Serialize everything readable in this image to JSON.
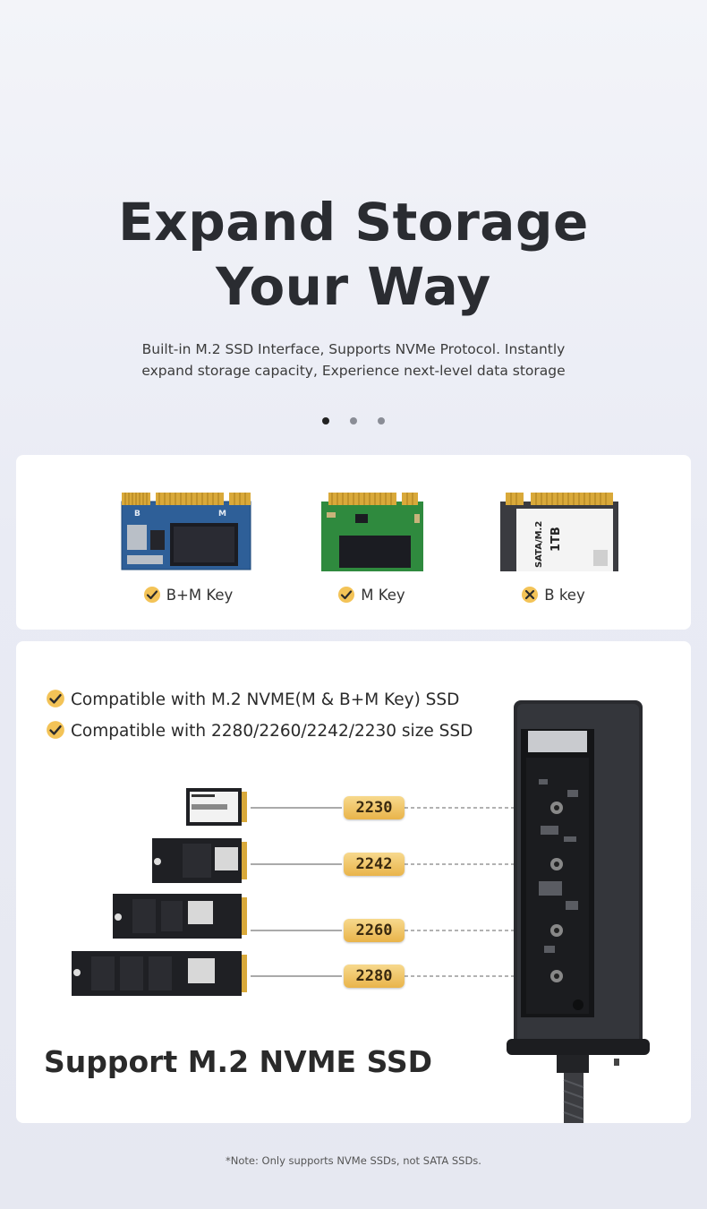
{
  "hero": {
    "title_line1": "Expand Storage",
    "title_line2": "Your Way",
    "subtitle_line1": "Built-in M.2 SSD Interface, Supports NVMe Protocol. Instantly",
    "subtitle_line2": "expand storage capacity, Experience next-level data storage",
    "carousel": {
      "count": 3,
      "active_index": 0
    }
  },
  "key_types": [
    {
      "label": "B+M Key",
      "status": "check-icon",
      "chip_labels": [
        "B",
        "M"
      ]
    },
    {
      "label": "M Key",
      "status": "check-icon"
    },
    {
      "label": "B key",
      "status": "cross-icon",
      "chip_labels": [
        "SATA/M.2",
        "1TB"
      ]
    }
  ],
  "compat": {
    "line1": "Compatible with M.2 NVME(M & B+M Key) SSD",
    "line2": "Compatible with 2280/2260/2242/2230 size SSD",
    "sizes": [
      "2230",
      "2242",
      "2260",
      "2280"
    ],
    "headline": "Support M.2 NVME SSD"
  },
  "note": "*Note: Only supports NVMe SSDs, not SATA SSDs.",
  "colors": {
    "accent_gold": "#e9b44a",
    "card_bg": "#ffffff",
    "pcb_green": "#2f8a3e",
    "pcb_blue": "#2f5f9a"
  }
}
